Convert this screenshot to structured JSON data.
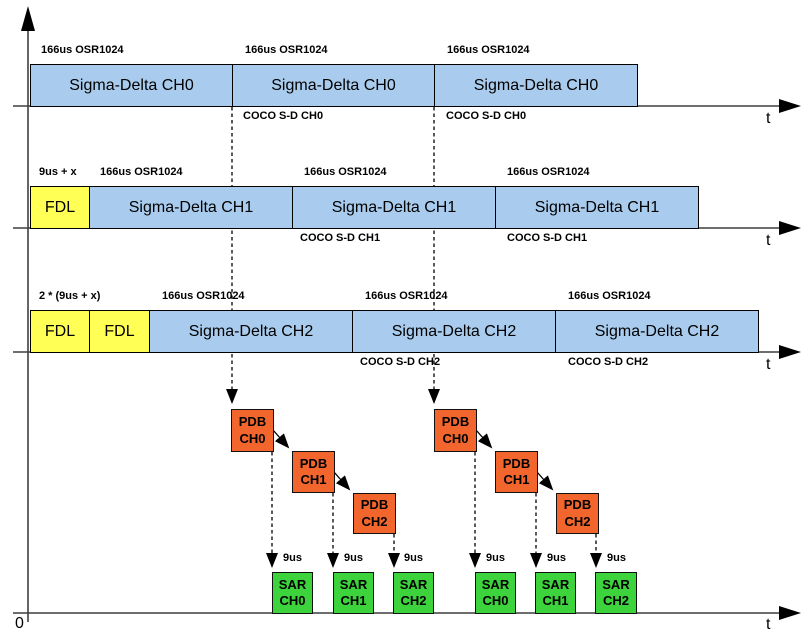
{
  "colors": {
    "blue": "#A9CCEE",
    "yellow": "#FFFF55",
    "orange": "#F2662D",
    "green": "#3DD33D",
    "axis": "#3f3f3f"
  },
  "timelines": [
    {
      "id": "sigma-delta-ch0",
      "pre_boxes": [],
      "boxes": [
        "Sigma-Delta CH0",
        "Sigma-Delta CH0",
        "Sigma-Delta CH0"
      ],
      "osr_labels": [
        "166us OSR1024",
        "166us OSR1024",
        "166us OSR1024"
      ],
      "coco_labels": [
        "COCO S-D CH0",
        "COCO S-D CH0"
      ],
      "t_label": "t"
    },
    {
      "id": "sigma-delta-ch1",
      "delay_label": "9us + x",
      "pre_boxes": [
        "FDL"
      ],
      "boxes": [
        "Sigma-Delta CH1",
        "Sigma-Delta CH1",
        "Sigma-Delta CH1"
      ],
      "osr_labels": [
        "166us OSR1024",
        "166us OSR1024",
        "166us OSR1024"
      ],
      "coco_labels": [
        "COCO S-D CH1",
        "COCO S-D CH1"
      ],
      "t_label": "t"
    },
    {
      "id": "sigma-delta-ch2",
      "delay_label": "2 * (9us + x)",
      "pre_boxes": [
        "FDL",
        "FDL"
      ],
      "boxes": [
        "Sigma-Delta CH2",
        "Sigma-Delta CH2",
        "Sigma-Delta CH2"
      ],
      "osr_labels": [
        "166us OSR1024",
        "166us OSR1024",
        "166us OSR1024"
      ],
      "coco_labels": [
        "COCO S-D CH2",
        "COCO S-D CH2"
      ],
      "t_label": "t"
    }
  ],
  "pdb_groups": [
    {
      "boxes": [
        {
          "line1": "PDB",
          "line2": "CH0"
        },
        {
          "line1": "PDB",
          "line2": "CH1"
        },
        {
          "line1": "PDB",
          "line2": "CH2"
        }
      ]
    },
    {
      "boxes": [
        {
          "line1": "PDB",
          "line2": "CH0"
        },
        {
          "line1": "PDB",
          "line2": "CH1"
        },
        {
          "line1": "PDB",
          "line2": "CH2"
        }
      ]
    }
  ],
  "sar_groups": [
    {
      "boxes": [
        {
          "time": "9us",
          "line1": "SAR",
          "line2": "CH0"
        },
        {
          "time": "9us",
          "line1": "SAR",
          "line2": "CH1"
        },
        {
          "time": "9us",
          "line1": "SAR",
          "line2": "CH2"
        }
      ]
    },
    {
      "boxes": [
        {
          "time": "9us",
          "line1": "SAR",
          "line2": "CH0"
        },
        {
          "time": "9us",
          "line1": "SAR",
          "line2": "CH1"
        },
        {
          "time": "9us",
          "line1": "SAR",
          "line2": "CH2"
        }
      ]
    }
  ],
  "bottom_axis": {
    "origin_label": "0",
    "t_label": "t"
  }
}
